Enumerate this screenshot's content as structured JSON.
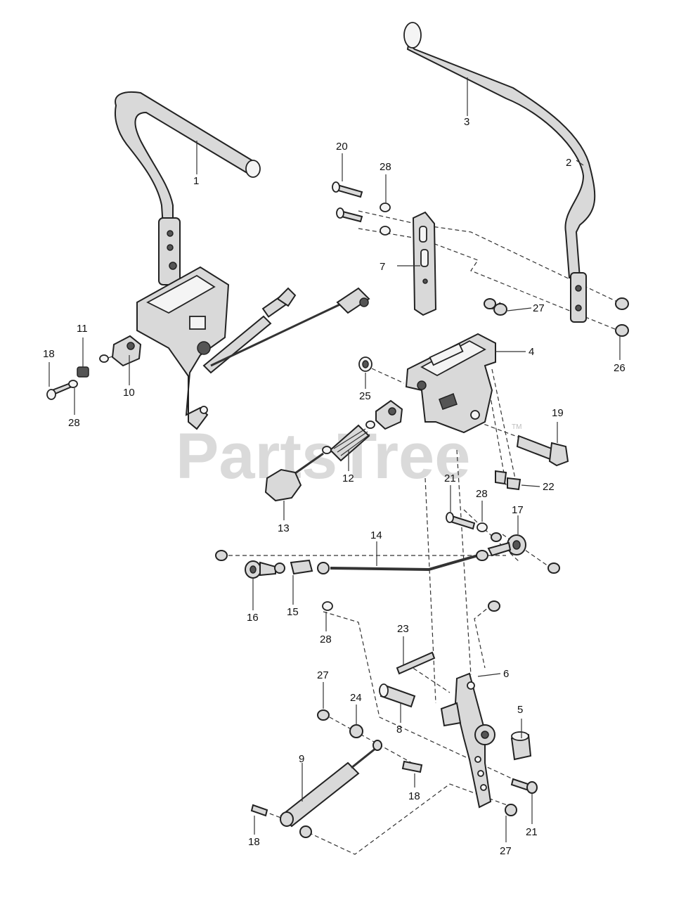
{
  "watermark": {
    "text": "PartsTree",
    "mark": "TM"
  },
  "callouts": [
    {
      "id": "c1",
      "label": "1"
    },
    {
      "id": "c2",
      "label": "2"
    },
    {
      "id": "c3",
      "label": "3"
    },
    {
      "id": "c4",
      "label": "4"
    },
    {
      "id": "c5",
      "label": "5"
    },
    {
      "id": "c6",
      "label": "6"
    },
    {
      "id": "c7",
      "label": "7"
    },
    {
      "id": "c8",
      "label": "8"
    },
    {
      "id": "c9",
      "label": "9"
    },
    {
      "id": "c10",
      "label": "10"
    },
    {
      "id": "c11",
      "label": "11"
    },
    {
      "id": "c12",
      "label": "12"
    },
    {
      "id": "c13",
      "label": "13"
    },
    {
      "id": "c14",
      "label": "14"
    },
    {
      "id": "c15",
      "label": "15"
    },
    {
      "id": "c16",
      "label": "16"
    },
    {
      "id": "c17",
      "label": "17"
    },
    {
      "id": "c18a",
      "label": "18"
    },
    {
      "id": "c18b",
      "label": "18"
    },
    {
      "id": "c18c",
      "label": "18"
    },
    {
      "id": "c19",
      "label": "19"
    },
    {
      "id": "c20",
      "label": "20"
    },
    {
      "id": "c21a",
      "label": "21"
    },
    {
      "id": "c21b",
      "label": "21"
    },
    {
      "id": "c22",
      "label": "22"
    },
    {
      "id": "c23",
      "label": "23"
    },
    {
      "id": "c24",
      "label": "24"
    },
    {
      "id": "c25",
      "label": "25"
    },
    {
      "id": "c26",
      "label": "26"
    },
    {
      "id": "c27a",
      "label": "27"
    },
    {
      "id": "c27b",
      "label": "27"
    },
    {
      "id": "c27c",
      "label": "27"
    },
    {
      "id": "c28a",
      "label": "28"
    },
    {
      "id": "c28b",
      "label": "28"
    },
    {
      "id": "c28c",
      "label": "28"
    },
    {
      "id": "c28d",
      "label": "28"
    }
  ]
}
